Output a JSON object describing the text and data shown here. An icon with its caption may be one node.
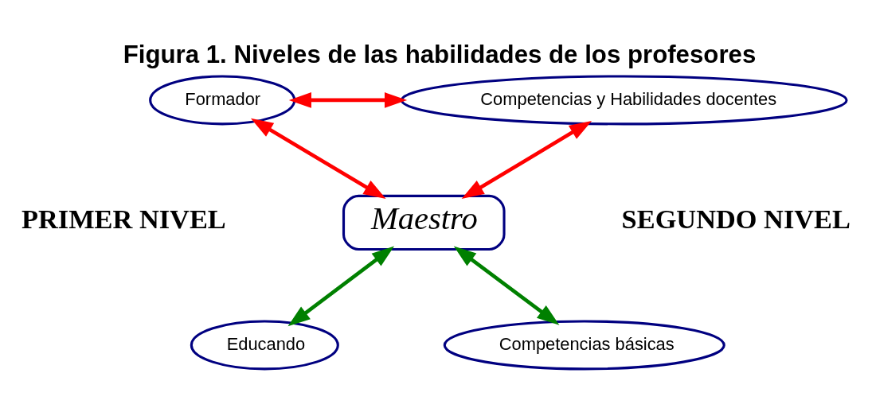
{
  "diagram": {
    "title": "Figura 1. Niveles de las habilidades de los profesores",
    "nodes": [
      {
        "text": [
          "Formador"
        ]
      },
      {
        "text": [
          "Competencias y Habilidades docentes"
        ]
      },
      {
        "text": [
          "Maestro"
        ]
      },
      {
        "text": [
          "Competencias básicas"
        ]
      },
      {
        "text": [
          "Educando"
        ]
      }
    ],
    "edges": [
      {
        "from": 0,
        "to": 1,
        "arrow": "both"
      },
      {
        "from": 0,
        "to": 2,
        "arrow": "both"
      },
      {
        "from": 1,
        "to": 2,
        "arrow": "both"
      },
      {
        "from": 3,
        "to": 2,
        "arrow": "both",
        "color": "#008000"
      },
      {
        "from": 2,
        "to": 4,
        "arrow": "both",
        "color": "#008000"
      }
    ],
    "labels": [
      "SEGUNDO NIVEL",
      "PRIMER NIVEL"
    ]
  }
}
